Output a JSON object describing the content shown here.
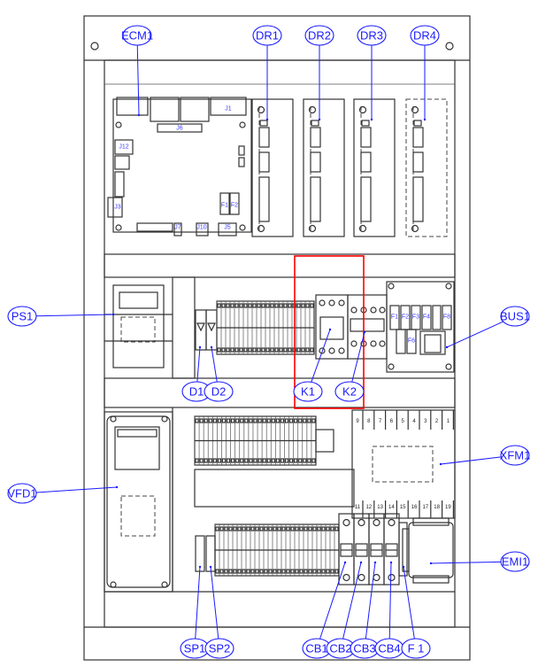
{
  "title": "Control panel layout",
  "colors": {
    "label": "#1a1aff",
    "highlight": "#ff0000",
    "line": "#333333"
  },
  "callouts": {
    "ecm1": "ECM1",
    "dr1": "DR1",
    "dr2": "DR2",
    "dr3": "DR3",
    "dr4": "DR4",
    "ps1": "PS1",
    "bus1": "BUS1",
    "d1": "D1",
    "d2": "D2",
    "k1": "K1",
    "k2": "K2",
    "xfm1": "XFM1",
    "vfd1": "VFD1",
    "emi1": "EMI1",
    "sp1": "SP1",
    "sp2": "SP2",
    "cb1": "CB1",
    "cb2": "CB2",
    "cb3": "CB3",
    "cb4": "CB4",
    "f1": "F 1"
  },
  "ecm_connectors": {
    "j1": "J1",
    "j6": "J6",
    "j12": "J12",
    "j3": "J3",
    "j7": "J7",
    "j10": "J10",
    "j5": "J5",
    "f1": "F1",
    "f2": "F2"
  },
  "bus_fuses": {
    "f1": "F1",
    "f2": "F2",
    "f3": "F3",
    "f4": "F4",
    "f8": "F8",
    "f6": "F6"
  },
  "xfm_terminals_top": [
    "9",
    "8",
    "7",
    "6",
    "5",
    "4",
    "3",
    "2",
    "1"
  ],
  "xfm_terminals_bottom": [
    "11",
    "12",
    "13",
    "14",
    "15",
    "16",
    "17",
    "18",
    "19"
  ]
}
